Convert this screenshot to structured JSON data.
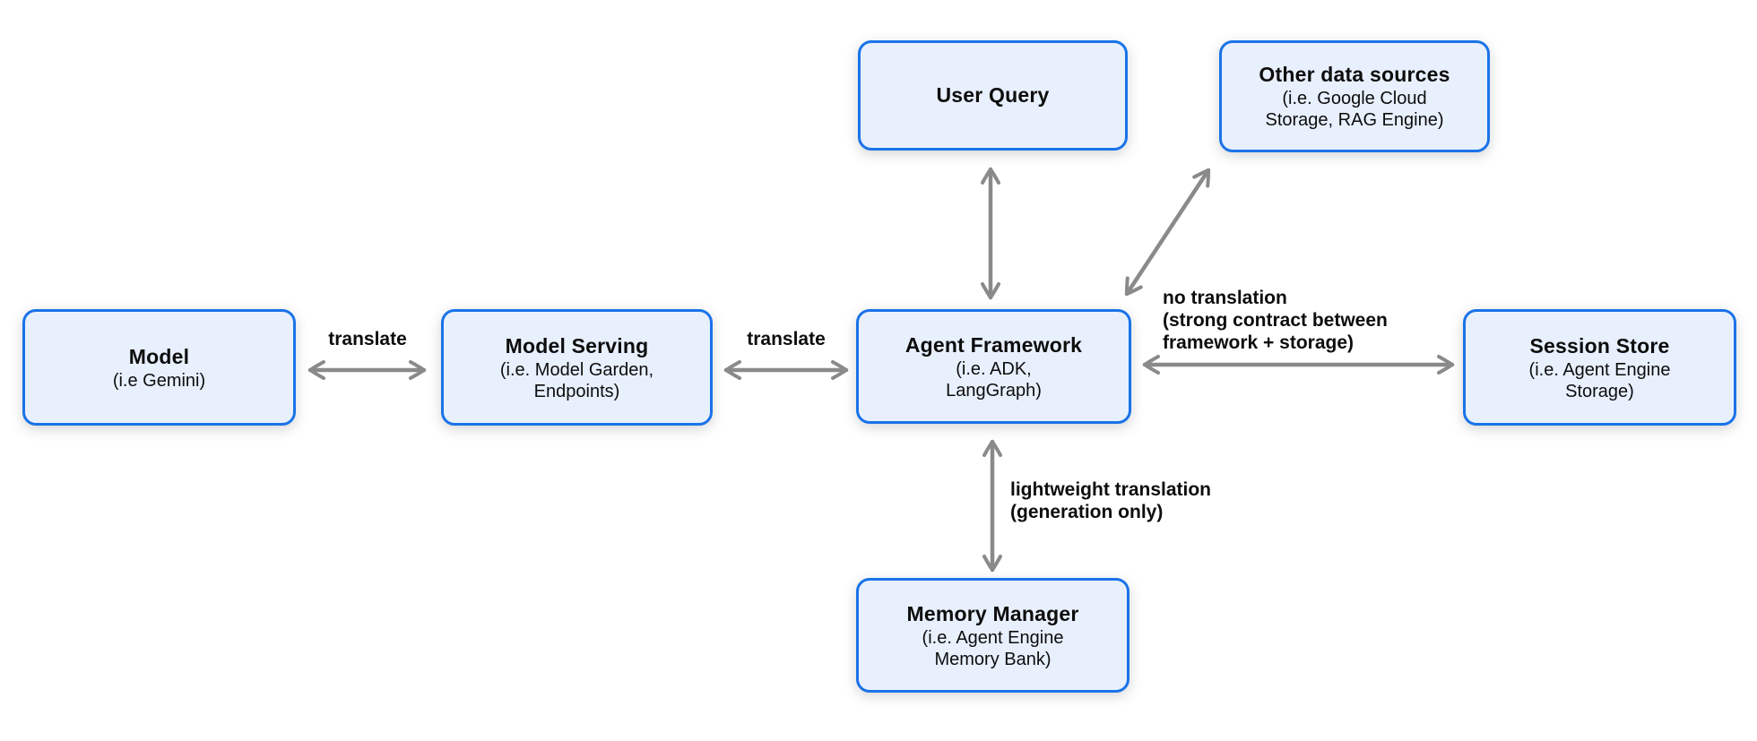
{
  "diagram": {
    "colors": {
      "box_border": "#1a73e8",
      "box_fill": "#e8f0fe",
      "arrow": "#8a8a8a",
      "text": "#0d0d0d",
      "background": "#ffffff"
    },
    "nodes": {
      "user_query": {
        "title": "User Query",
        "subtitle": ""
      },
      "other_data_sources": {
        "title": "Other data sources",
        "subtitle": "(i.e. Google Cloud\nStorage, RAG Engine)"
      },
      "model": {
        "title": "Model",
        "subtitle": "(i.e Gemini)"
      },
      "model_serving": {
        "title": "Model Serving",
        "subtitle": "(i.e. Model Garden,\nEndpoints)"
      },
      "agent_framework": {
        "title": "Agent Framework",
        "subtitle": "(i.e. ADK,\nLangGraph)"
      },
      "session_store": {
        "title": "Session Store",
        "subtitle": "(i.e. Agent Engine\nStorage)"
      },
      "memory_manager": {
        "title": "Memory Manager",
        "subtitle": "(i.e. Agent Engine\nMemory Bank)"
      }
    },
    "edge_labels": {
      "translate_model": "translate",
      "translate_serving": "translate",
      "no_translation": "no translation\n(strong contract between\nframework + storage)",
      "lightweight_translation": "lightweight translation\n(generation only)"
    }
  }
}
